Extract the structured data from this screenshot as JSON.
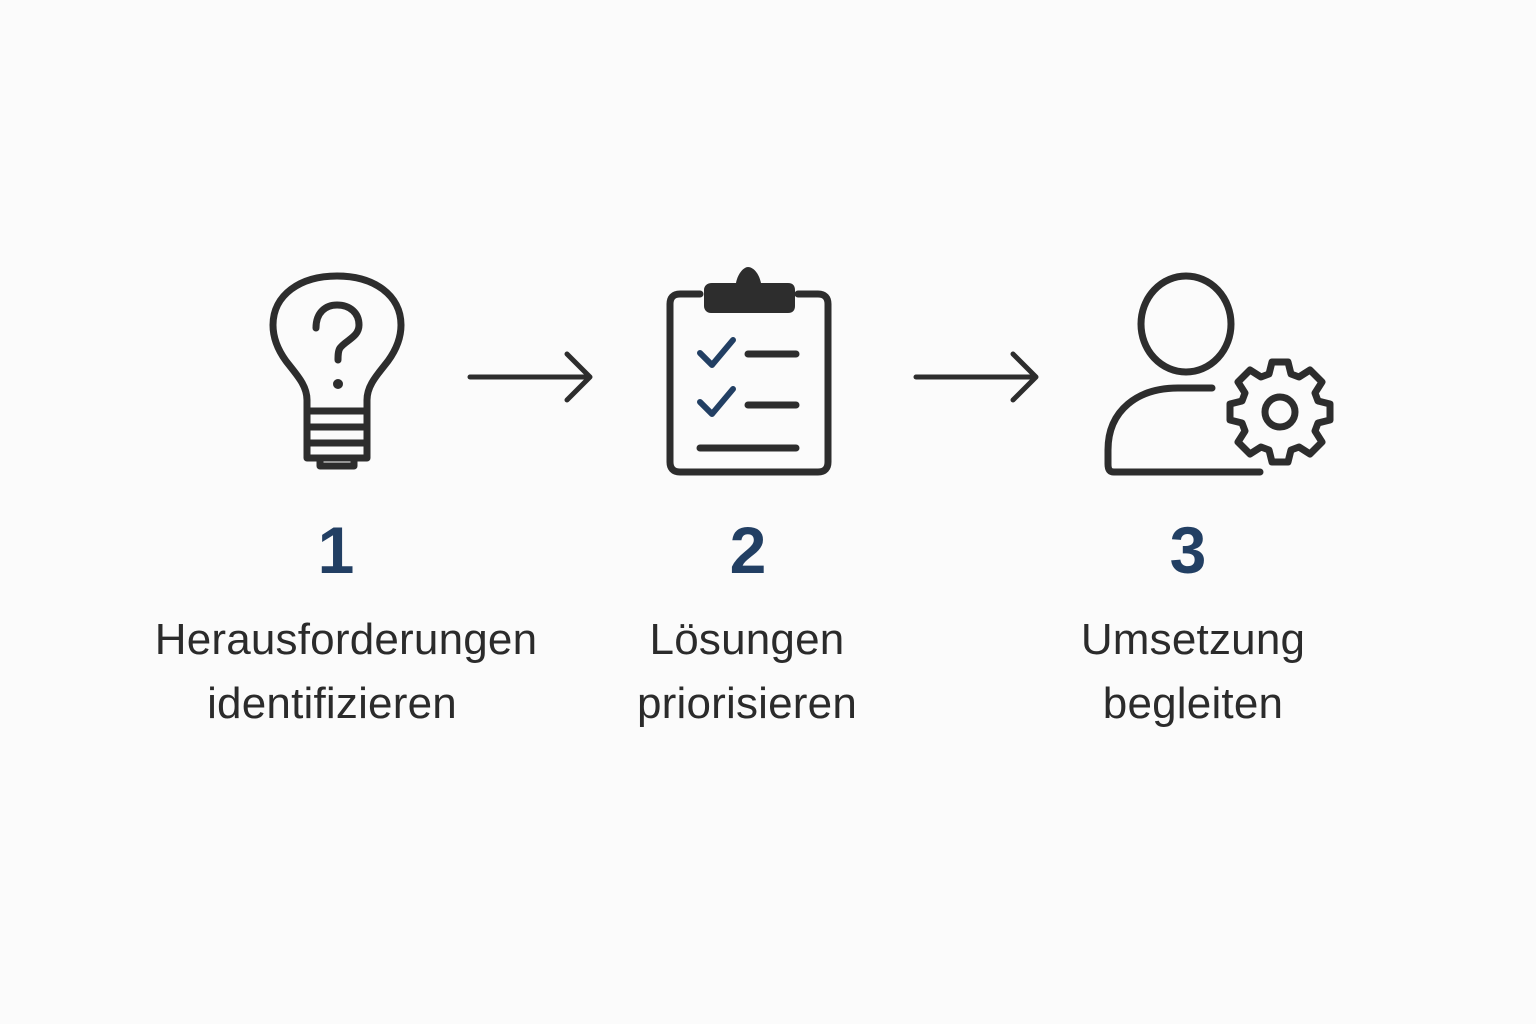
{
  "colors": {
    "background": "#fbfbfb",
    "icon_stroke": "#2d2d2d",
    "accent": "#223f63",
    "text": "#2b2b2b"
  },
  "steps": [
    {
      "icon": "lightbulb-question-icon",
      "number": "1",
      "label_line1": "Herausforderungen",
      "label_line2": "identifizieren"
    },
    {
      "icon": "clipboard-checklist-icon",
      "number": "2",
      "label_line1": "Lösungen",
      "label_line2": "priorisieren"
    },
    {
      "icon": "user-gear-icon",
      "number": "3",
      "label_line1": "Umsetzung",
      "label_line2": "begleiten"
    }
  ],
  "connectors": [
    "arrow-right-icon",
    "arrow-right-icon"
  ]
}
